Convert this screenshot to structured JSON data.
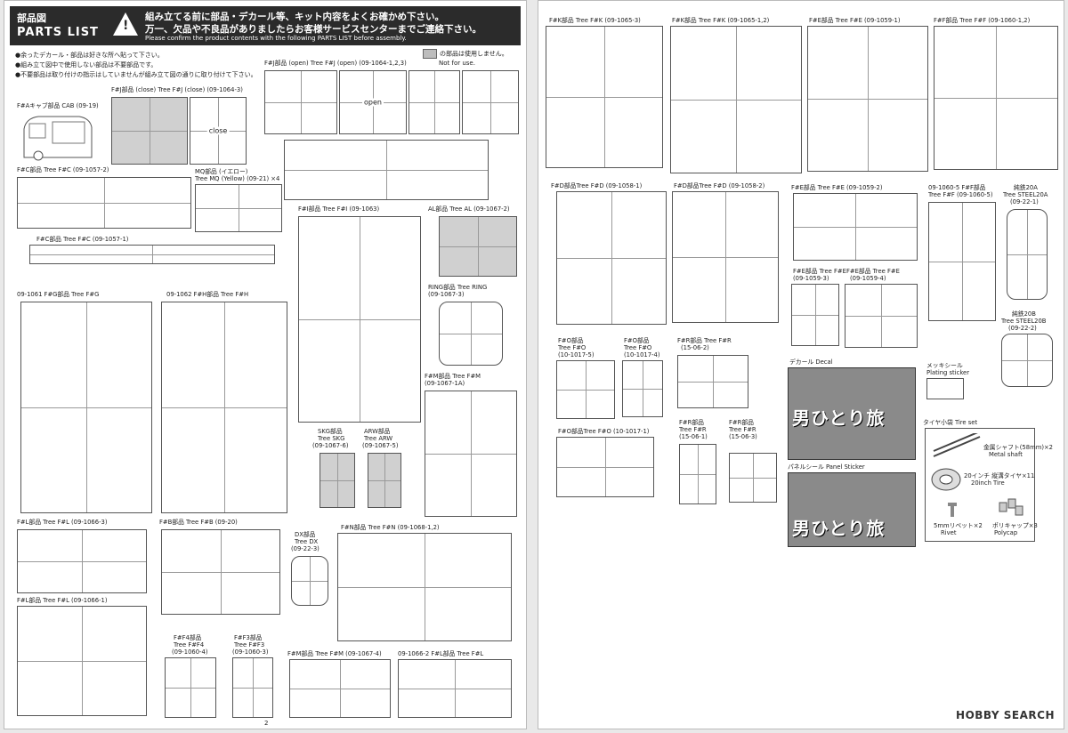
{
  "left_page": {
    "header": {
      "title_jp": "部品図",
      "title_en": "PARTS LIST",
      "warn_glyph": "!",
      "warn_jp_1": "組み立てる前に部品・デカール等、キット内容をよくお確かめ下さい。",
      "warn_jp_2": "万一、欠品や不良品がありましたらお客様サービスセンターまでご連絡下さい。",
      "warn_en": "Please confirm the product contents with the following PARTS LIST before assembly."
    },
    "notes": [
      "●余ったデカール・部品は好きな所へ貼って下さい。",
      "●組み立て図中で使用しない部品は不要部品です。",
      "●不要部品は取り付けの指示はしていませんが組み立て図の通りに取り付けて下さい。"
    ],
    "not_use": {
      "jp": "の部品は使用しません。",
      "en": "Not for use."
    },
    "labels": {
      "cab": "F#Aキャブ部品 CAB (09-19)",
      "c2": "F#C部品 Tree F#C (09-1057-2)",
      "c1": "F#C部品 Tree F#C (09-1057-1)",
      "mq1": "MQ部品 (イエロー)",
      "mq2": "Tree MQ (Yellow) (09-21) ×4",
      "jopen": "F#J部品 (open) Tree F#J (open) (09-1064-1,2,3)",
      "jclose": "F#J部品 (close) Tree F#J (close) (09-1064-3)",
      "i": "F#I部品 Tree F#I (09-1063)",
      "al": "AL部品 Tree AL (09-1067-2)",
      "ring1": "RING部品 Tree RING",
      "ring2": "(09-1067-3)",
      "g": "09-1061 F#G部品 Tree F#G",
      "h": "09-1062 F#H部品 Tree F#H",
      "m1": "F#M部品 Tree F#M",
      "m2": "(09-1067-1A)",
      "skg1": "SKG部品",
      "skg2": "Tree SKG",
      "skg3": "(09-1067-6)",
      "arw1": "ARW部品",
      "arw2": "Tree ARW",
      "arw3": "(09-1067-5)",
      "l3": "F#L部品 Tree F#L (09-1066-3)",
      "b": "F#B部品 Tree F#B (09-20)",
      "dx1": "DX部品",
      "dx2": "Tree DX",
      "dx3": "(09-22-3)",
      "n": "F#N部品 Tree F#N (09-1068-1,2)",
      "l1": "F#L部品 Tree F#L (09-1066-1)",
      "f41": "F#F4部品",
      "f42": "Tree F#F4",
      "f43": "(09-1060-4)",
      "f31": "F#F3部品",
      "f32": "Tree F#F3",
      "f33": "(09-1060-3)",
      "mb": "F#M部品 Tree F#M (09-1067-4)",
      "l2": "09-1066-2 F#L部品 Tree F#L"
    },
    "open_label": "open",
    "close_label": "close",
    "page_no": "2"
  },
  "right_page": {
    "labels": {
      "k3": "F#K部品 Tree F#K (09-1065-3)",
      "k12": "F#K部品 Tree F#K (09-1065-1,2)",
      "e1": "F#E部品 Tree F#E (09-1059-1)",
      "f12": "F#F部品 Tree F#F (09-1060-1,2)",
      "d1": "F#D部品Tree F#D (09-1058-1)",
      "d2": "F#D部品Tree F#D (09-1058-2)",
      "e2": "F#E部品 Tree F#E (09-1059-2)",
      "f5a": "09-1060-5 F#F部品",
      "f5b": "Tree F#F (09-1060-5)",
      "s20a1": "純鉄20A",
      "s20a2": "Tree STEEL20A",
      "s20a3": "(09-22-1)",
      "e3a": "F#E部品 Tree F#E",
      "e3b": "(09-1059-3)",
      "e4a": "F#E部品 Tree F#E",
      "e4b": "(09-1059-4)",
      "s20b1": "純鉄20B",
      "s20b2": "Tree STEEL20B",
      "s20b3": "(09-22-2)",
      "o5a": "F#O部品",
      "o5b": "Tree F#O",
      "o5c": "(10-1017-5)",
      "o4a": "F#O部品",
      "o4b": "Tree F#O",
      "o4c": "(10-1017-4)",
      "r2a": "F#R部品 Tree F#R",
      "r2b": "(15-06-2)",
      "decal": "デカール Decal",
      "plating1": "メッキシール",
      "plating2": "Plating sticker",
      "tire_set": "タイヤ小袋 Tire set",
      "o1": "F#O部品Tree F#O (10-1017-1)",
      "r1a": "F#R部品",
      "r1b": "Tree F#R",
      "r1c": "(15-06-1)",
      "r3a": "F#R部品",
      "r3b": "Tree F#R",
      "r3c": "(15-06-3)",
      "panel": "パネルシール Panel Sticker",
      "shaft1": "金属シャフト(58mm)×2",
      "shaft2": "Metal shaft",
      "tire1": "20インチ 縦溝タイヤ×11",
      "tire2": "20inch Tire",
      "rivet1": "5mmリベット×2",
      "rivet2": "Rivet",
      "poly1": "ポリキャップ×3",
      "poly2": "Polycap"
    },
    "decal_text": "男ひとり旅",
    "panel_text": "男ひとり旅",
    "watermark": "HOBBY SEARCH"
  }
}
